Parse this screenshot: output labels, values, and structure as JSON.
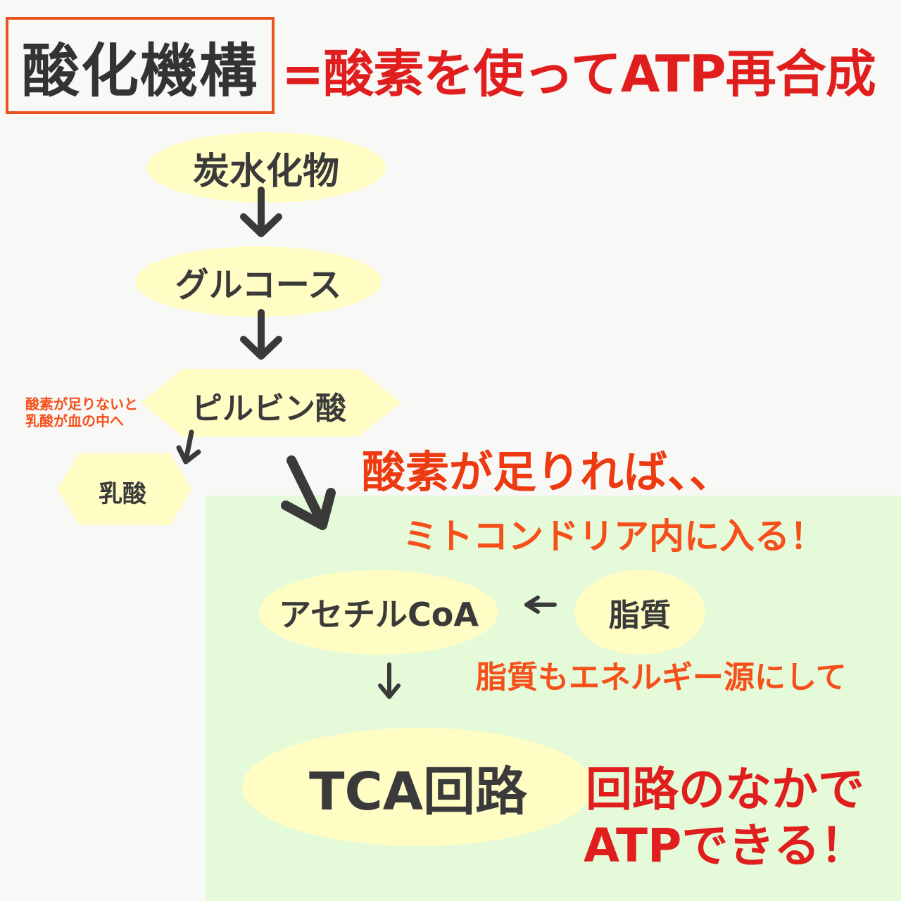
{
  "header": {
    "title": "酸化機構",
    "definition": "=酸素を使ってATP再合成"
  },
  "nodes": {
    "carbohydrate": "炭水化物",
    "glucose": "グルコース",
    "pyruvate": "ピルビン酸",
    "lactate": "乳酸",
    "acetyl_coa": "アセチルCoA",
    "lipid": "脂質",
    "tca": "TCA回路"
  },
  "notes": {
    "low_oxygen_line1": "酸素が足りないと",
    "low_oxygen_line2": "乳酸が血の中へ",
    "enough_oxygen": "酸素が足りれば、、",
    "mitochondria": "ミトコンドリア内に入る！",
    "lipid_energy": "脂質もエネルギー源にして",
    "atp_line1": "回路のなかで",
    "atp_line2": "ATPできる！"
  },
  "colors": {
    "title_border": "#e8541e",
    "red_text": "#e01e1e",
    "orange_text": "#f5501a",
    "node_fill": "#fffdc4",
    "green_area": "#e5fad8",
    "arrow": "#3a3a3a"
  }
}
